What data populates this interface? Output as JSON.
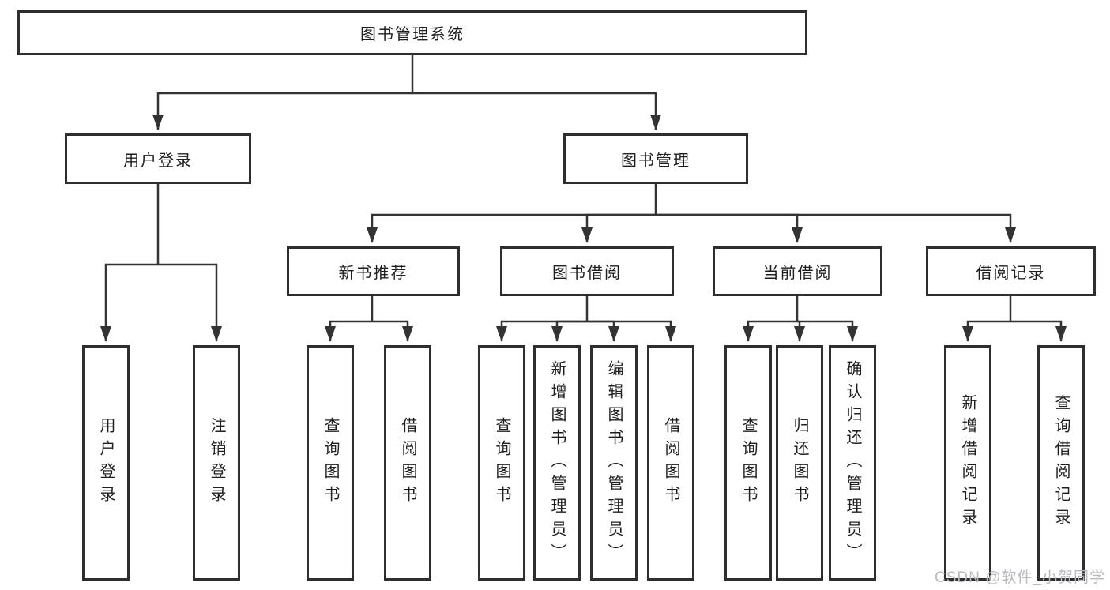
{
  "diagram": {
    "root": {
      "label": "图书管理系统"
    },
    "level2": [
      {
        "label": "用户登录",
        "children": [
          {
            "label": "用户登录"
          },
          {
            "label": "注销登录"
          }
        ]
      },
      {
        "label": "图书管理",
        "children": [
          {
            "label": "新书推荐",
            "children": [
              {
                "label": "查询图书"
              },
              {
                "label": "借阅图书"
              }
            ]
          },
          {
            "label": "图书借阅",
            "children": [
              {
                "label": "查询图书"
              },
              {
                "label": "新增图书（管理员）"
              },
              {
                "label": "编辑图书（管理员）"
              },
              {
                "label": "借阅图书"
              }
            ]
          },
          {
            "label": "当前借阅",
            "children": [
              {
                "label": "查询图书"
              },
              {
                "label": "归还图书"
              },
              {
                "label": "确认归还（管理员）"
              }
            ]
          },
          {
            "label": "借阅记录",
            "children": [
              {
                "label": "新增借阅记录"
              },
              {
                "label": "查询借阅记录"
              }
            ]
          }
        ]
      }
    ]
  },
  "watermark": {
    "text": "CSDN @软件_小贺同学"
  },
  "colors": {
    "line": "#333333",
    "box_border": "#2e2e2e",
    "text": "#1f1f1f",
    "background": "#ffffff",
    "watermark": "#b7babe"
  }
}
